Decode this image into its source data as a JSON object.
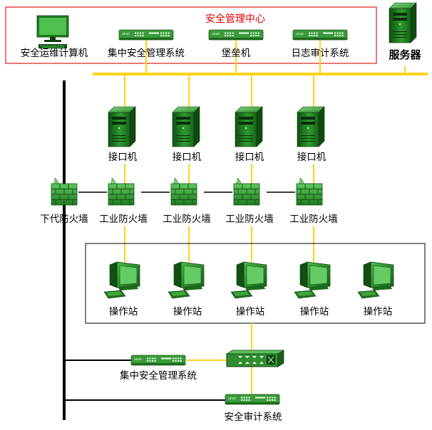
{
  "center": {
    "title": "安全管理中心",
    "ops_computer": "安全运维计算机",
    "central_mgmt": "集中安全管理系统",
    "bastion": "堡垒机",
    "log_audit": "日志审计系统"
  },
  "server": "服务器",
  "interface_label": "接口机",
  "firewalls": {
    "next_gen": "下代防火墙",
    "industrial": "工业防火墙"
  },
  "workstation_label": "操作站",
  "bottom": {
    "central_mgmt": "集中安全管理系统",
    "audit": "安全审计系统"
  },
  "colors": {
    "bus": "#ffd21a",
    "frame_red": "#e31c1c",
    "device_green": "#2e8b2e",
    "tower_green": "#1f7a1f",
    "firewall_green": "#2f9b3a",
    "black": "#000000"
  }
}
